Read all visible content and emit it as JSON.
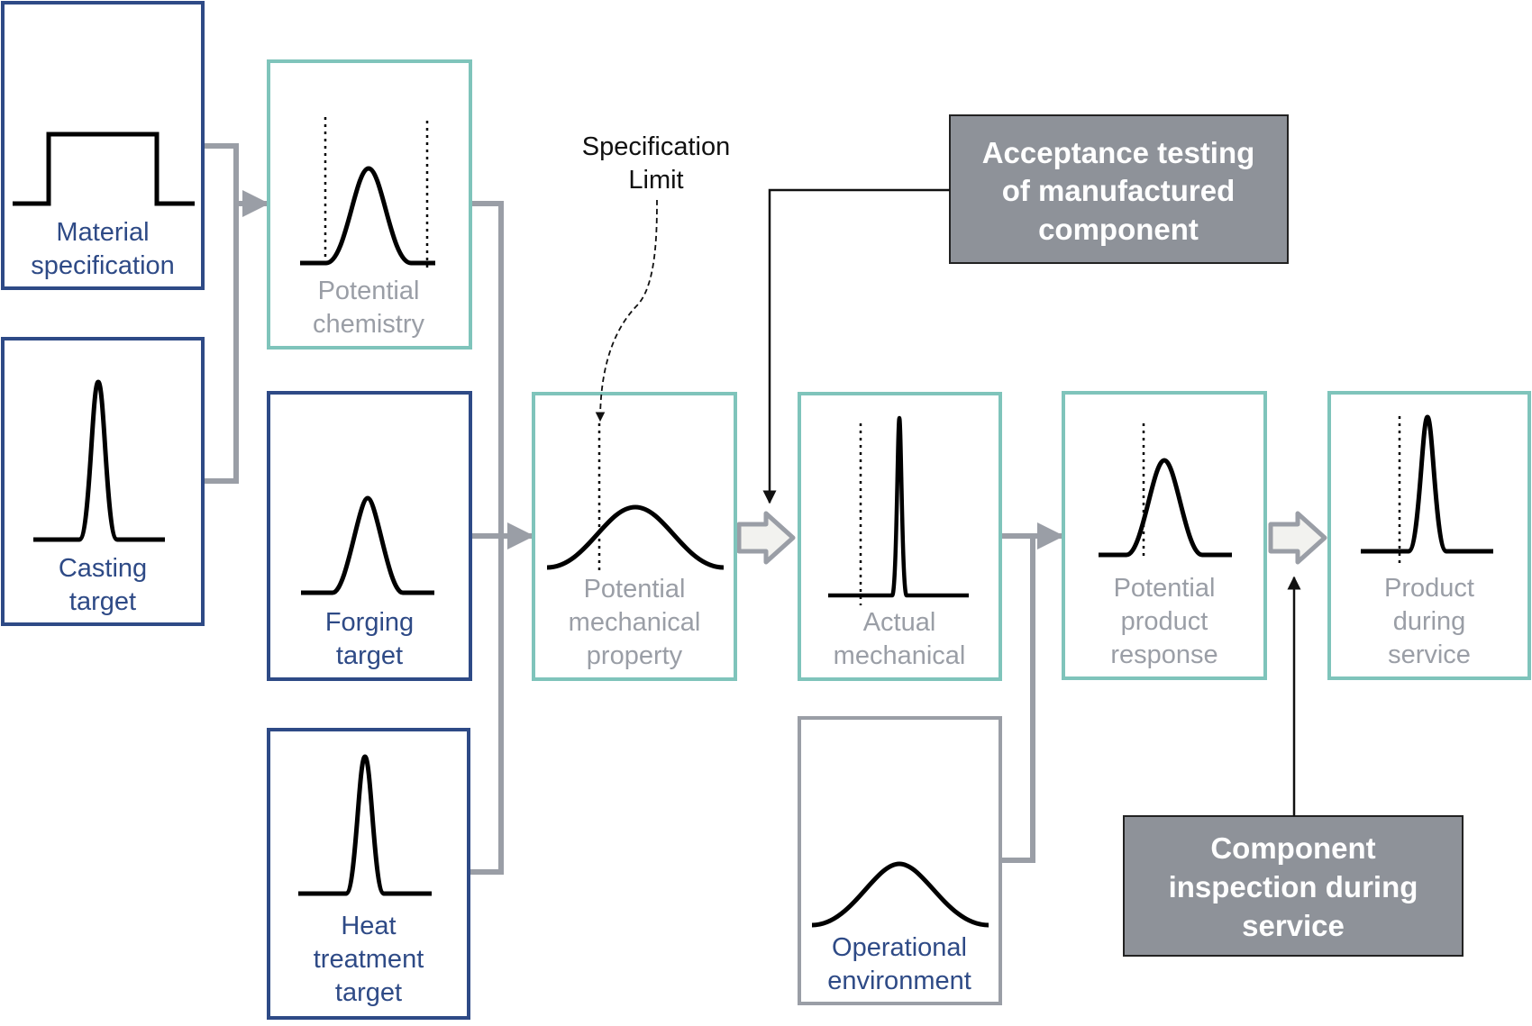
{
  "colors": {
    "blue_box": "#2e4a86",
    "teal_box": "#7fc4bb",
    "grey_box": "#9a9ea6",
    "connector": "#9a9ea6",
    "dark_box_fill": "#8e9299",
    "hollow_arrow_fill": "#f2f2ef"
  },
  "boxes": {
    "material_specification": {
      "lines": [
        "Material",
        "specification"
      ]
    },
    "casting_target": {
      "lines": [
        "Casting",
        "target"
      ]
    },
    "potential_chemistry": {
      "lines": [
        "Potential",
        "chemistry"
      ]
    },
    "forging_target": {
      "lines": [
        "Forging",
        "target"
      ]
    },
    "heat_treatment_target": {
      "lines": [
        "Heat",
        "treatment",
        "target"
      ]
    },
    "potential_mechanical_property": {
      "lines": [
        "Potential",
        "mechanical",
        "property"
      ]
    },
    "actual_mechanical": {
      "lines": [
        "Actual",
        "mechanical"
      ]
    },
    "operational_environment": {
      "lines": [
        "Operational",
        "environment"
      ]
    },
    "potential_product_response": {
      "lines": [
        "Potential",
        "product",
        "response"
      ]
    },
    "product_during_service": {
      "lines": [
        "Product",
        "during",
        "service"
      ]
    }
  },
  "callouts": {
    "specification_limit": {
      "lines": [
        "Specification",
        "Limit"
      ]
    },
    "acceptance_testing": {
      "lines": [
        "Acceptance testing",
        "of manufactured",
        "component"
      ]
    },
    "component_inspection": {
      "lines": [
        "Component",
        "inspection during",
        "service"
      ]
    }
  }
}
